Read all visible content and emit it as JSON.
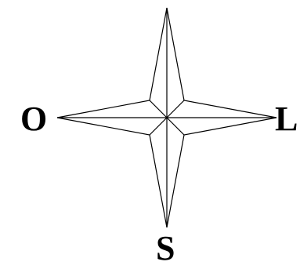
{
  "compass": {
    "labels": {
      "west": "O",
      "east": "L",
      "south": "S"
    },
    "stroke_color": "#000000",
    "fill_color": "#ffffff",
    "label_color": "#000000"
  }
}
